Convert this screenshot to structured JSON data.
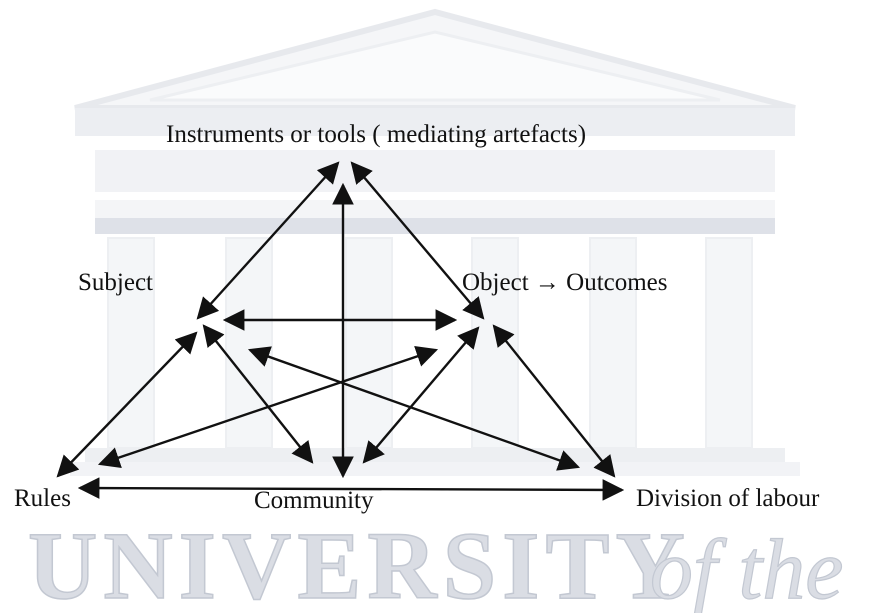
{
  "diagram": {
    "nodes": {
      "instruments": "Instruments or tools ( mediating artefacts)",
      "subject": "Subject",
      "object": "Object → Outcomes",
      "rules": "Rules",
      "community": "Community",
      "division": "Division of labour"
    },
    "edges": [
      {
        "from": "instruments",
        "to": "subject",
        "direction": "both"
      },
      {
        "from": "instruments",
        "to": "object",
        "direction": "both"
      },
      {
        "from": "instruments",
        "to": "community",
        "direction": "both"
      },
      {
        "from": "subject",
        "to": "object",
        "direction": "both"
      },
      {
        "from": "subject",
        "to": "rules",
        "direction": "both"
      },
      {
        "from": "subject",
        "to": "community",
        "direction": "both"
      },
      {
        "from": "object",
        "to": "community",
        "direction": "both"
      },
      {
        "from": "object",
        "to": "division",
        "direction": "both"
      },
      {
        "from": "rules",
        "to": "object",
        "direction": "both"
      },
      {
        "from": "subject",
        "to": "division",
        "direction": "both"
      },
      {
        "from": "rules",
        "to": "division",
        "direction": "both"
      }
    ]
  },
  "watermark": {
    "line1": "UNIVERSITY",
    "line2": "of the",
    "color": "#c8cdd7"
  },
  "colors": {
    "ink": "#111111",
    "watermark_fill": "#d9dde5",
    "watermark_band": "#b9c0ce"
  }
}
